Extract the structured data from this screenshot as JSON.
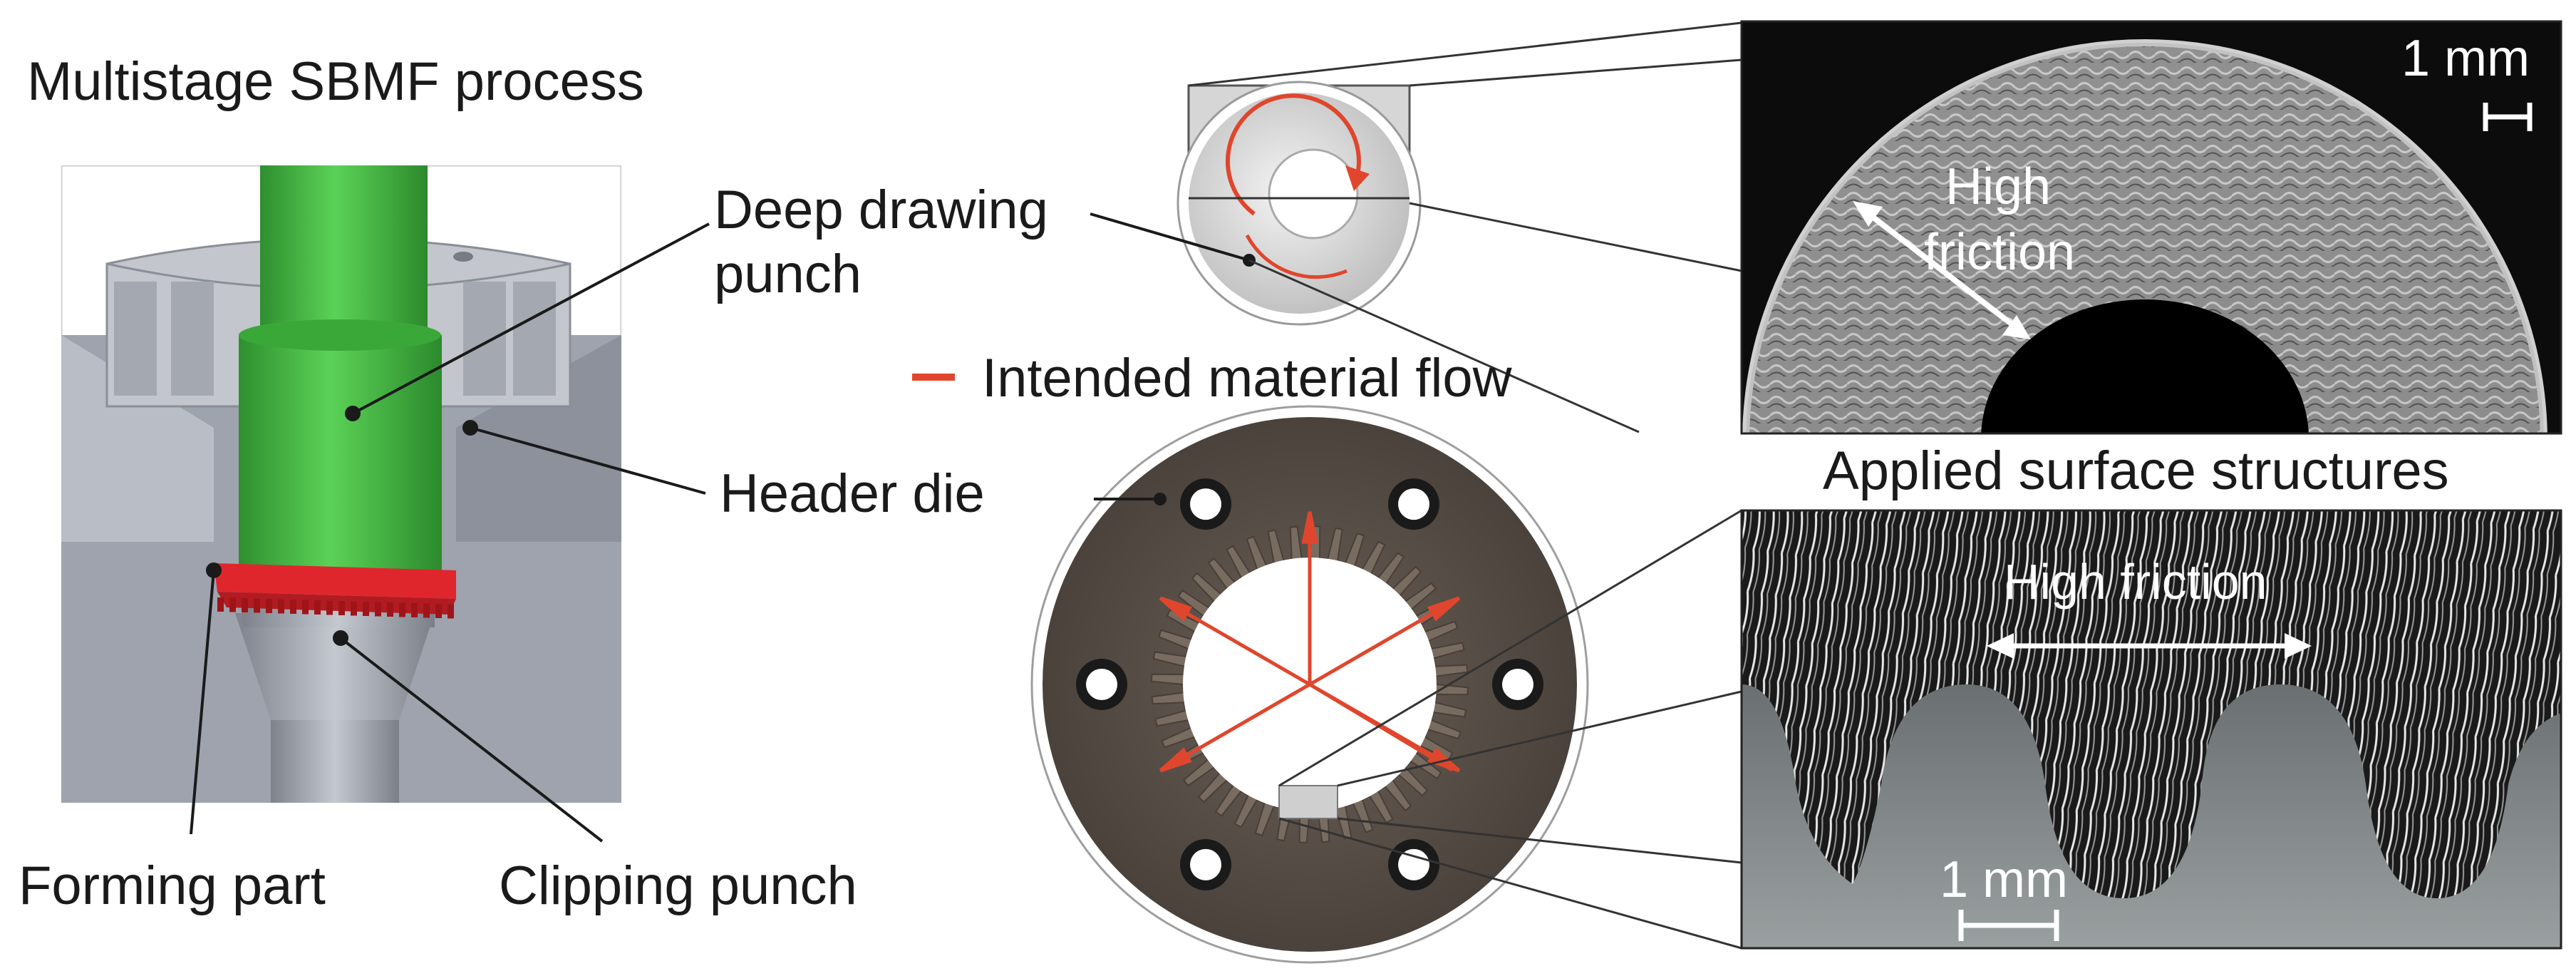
{
  "labels": {
    "title": "Multistage SBMF process",
    "deep_drawing_line1": "Deep drawing",
    "deep_drawing_line2": "punch",
    "header_die": "Header die",
    "forming_part": "Forming part",
    "clipping_punch": "Clipping punch",
    "material_flow": "Intended material flow",
    "applied_surface": "Applied surface structures"
  },
  "micro_top": {
    "scale": "1 mm",
    "friction_line1": "High",
    "friction_line2": "friction"
  },
  "micro_bottom": {
    "scale": "1 mm",
    "friction": "High friction"
  },
  "colors": {
    "punch_green": "#4cc24a",
    "forming_red": "#e0262d",
    "flow_arrow": "#e0462d",
    "die_brown": "#5a5048",
    "tool_gray": "#a8acb4",
    "micro_dark": "#0c0c0c"
  }
}
